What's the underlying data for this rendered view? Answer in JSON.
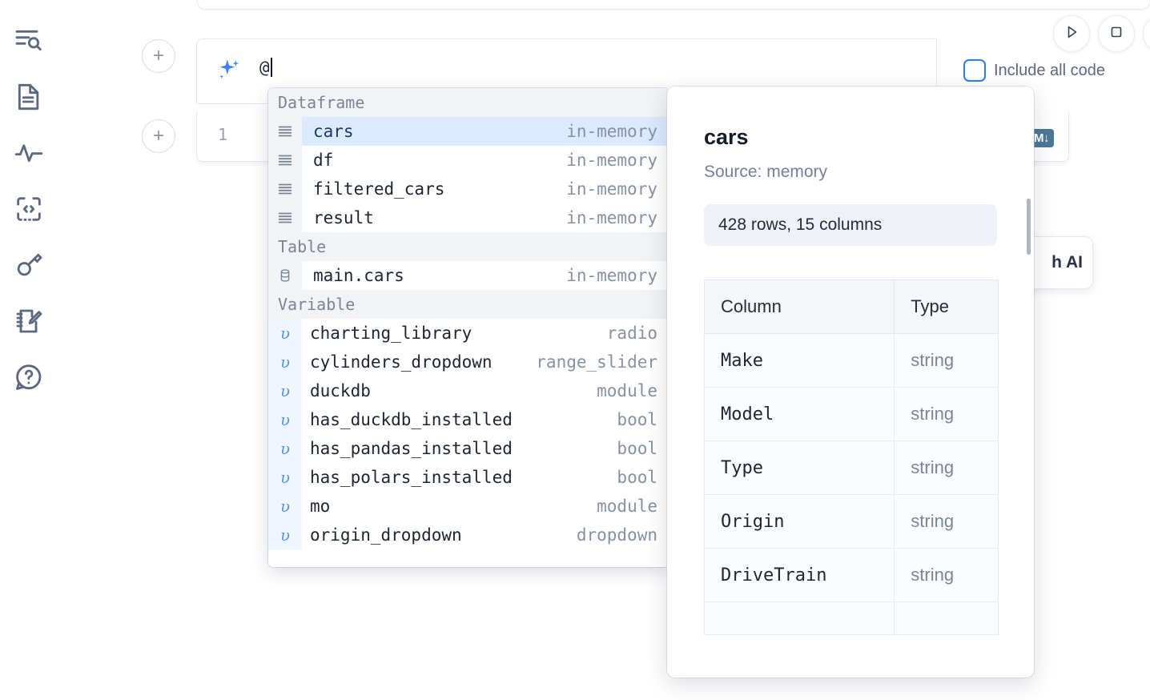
{
  "sidebar": {
    "items": [
      {
        "name": "outline-search-icon",
        "label": "Outline / Search"
      },
      {
        "name": "file-document-icon",
        "label": "Files"
      },
      {
        "name": "activity-pulse-icon",
        "label": "Activity"
      },
      {
        "name": "code-brackets-icon",
        "label": "Snippets"
      },
      {
        "name": "key-secrets-icon",
        "label": "Secrets"
      },
      {
        "name": "notebook-edit-icon",
        "label": "Scratchpad"
      },
      {
        "name": "help-chat-icon",
        "label": "Help"
      }
    ]
  },
  "toolbar": {
    "run_label": "Run",
    "stop_label": "Stop",
    "include_all_code_label": "Include all code",
    "include_all_code_checked": false,
    "add_cell_label": "+"
  },
  "ai_prompt": {
    "value": "@",
    "icon": "sparkles-icon"
  },
  "code_cell": {
    "line_number": "1",
    "database_icon": "database-icon",
    "markdown_badge": "M↓"
  },
  "floating_card": {
    "label": "h AI"
  },
  "autocomplete": {
    "sections": [
      {
        "title": "Dataframe",
        "items": [
          {
            "icon": "dataframe-icon",
            "icon_glyph": "≡",
            "kind": "df",
            "name": "cars",
            "type": "in-memory",
            "selected": true
          },
          {
            "icon": "dataframe-icon",
            "icon_glyph": "≡",
            "kind": "df",
            "name": "df",
            "type": "in-memory",
            "selected": false
          },
          {
            "icon": "dataframe-icon",
            "icon_glyph": "≡",
            "kind": "df",
            "name": "filtered_cars",
            "type": "in-memory",
            "selected": false
          },
          {
            "icon": "dataframe-icon",
            "icon_glyph": "≡",
            "kind": "df",
            "name": "result",
            "type": "in-memory",
            "selected": false
          }
        ]
      },
      {
        "title": "Table",
        "items": [
          {
            "icon": "database-table-icon",
            "icon_glyph": "⛃",
            "kind": "table",
            "name": "main.cars",
            "type": "in-memory",
            "selected": false
          }
        ]
      },
      {
        "title": "Variable",
        "items": [
          {
            "icon": "variable-icon",
            "icon_glyph": "υ",
            "kind": "var",
            "name": "charting_library",
            "type": "radio",
            "selected": false
          },
          {
            "icon": "variable-icon",
            "icon_glyph": "υ",
            "kind": "var",
            "name": "cylinders_dropdown",
            "type": "range_slider",
            "selected": false
          },
          {
            "icon": "variable-icon",
            "icon_glyph": "υ",
            "kind": "var",
            "name": "duckdb",
            "type": "module",
            "selected": false
          },
          {
            "icon": "variable-icon",
            "icon_glyph": "υ",
            "kind": "var",
            "name": "has_duckdb_installed",
            "type": "bool",
            "selected": false
          },
          {
            "icon": "variable-icon",
            "icon_glyph": "υ",
            "kind": "var",
            "name": "has_pandas_installed",
            "type": "bool",
            "selected": false
          },
          {
            "icon": "variable-icon",
            "icon_glyph": "υ",
            "kind": "var",
            "name": "has_polars_installed",
            "type": "bool",
            "selected": false
          },
          {
            "icon": "variable-icon",
            "icon_glyph": "υ",
            "kind": "var",
            "name": "mo",
            "type": "module",
            "selected": false
          },
          {
            "icon": "variable-icon",
            "icon_glyph": "υ",
            "kind": "var",
            "name": "origin_dropdown",
            "type": "dropdown",
            "selected": false
          }
        ]
      }
    ]
  },
  "detail": {
    "title": "cars",
    "source": "Source: memory",
    "shape": "428 rows, 15 columns",
    "columns_header": "Column",
    "type_header": "Type",
    "rows": [
      {
        "column": "Make",
        "type": "string"
      },
      {
        "column": "Model",
        "type": "string"
      },
      {
        "column": "Type",
        "type": "string"
      },
      {
        "column": "Origin",
        "type": "string"
      },
      {
        "column": "DriveTrain",
        "type": "string"
      },
      {
        "column": "",
        "type": ""
      }
    ]
  },
  "colors": {
    "accent_blue": "#2b7fe8",
    "selected_row_bg": "#dbeafe",
    "section_bg": "#f1f3f6",
    "sidebar_icon": "#5c6780",
    "badge_blue": "#4c7897"
  }
}
